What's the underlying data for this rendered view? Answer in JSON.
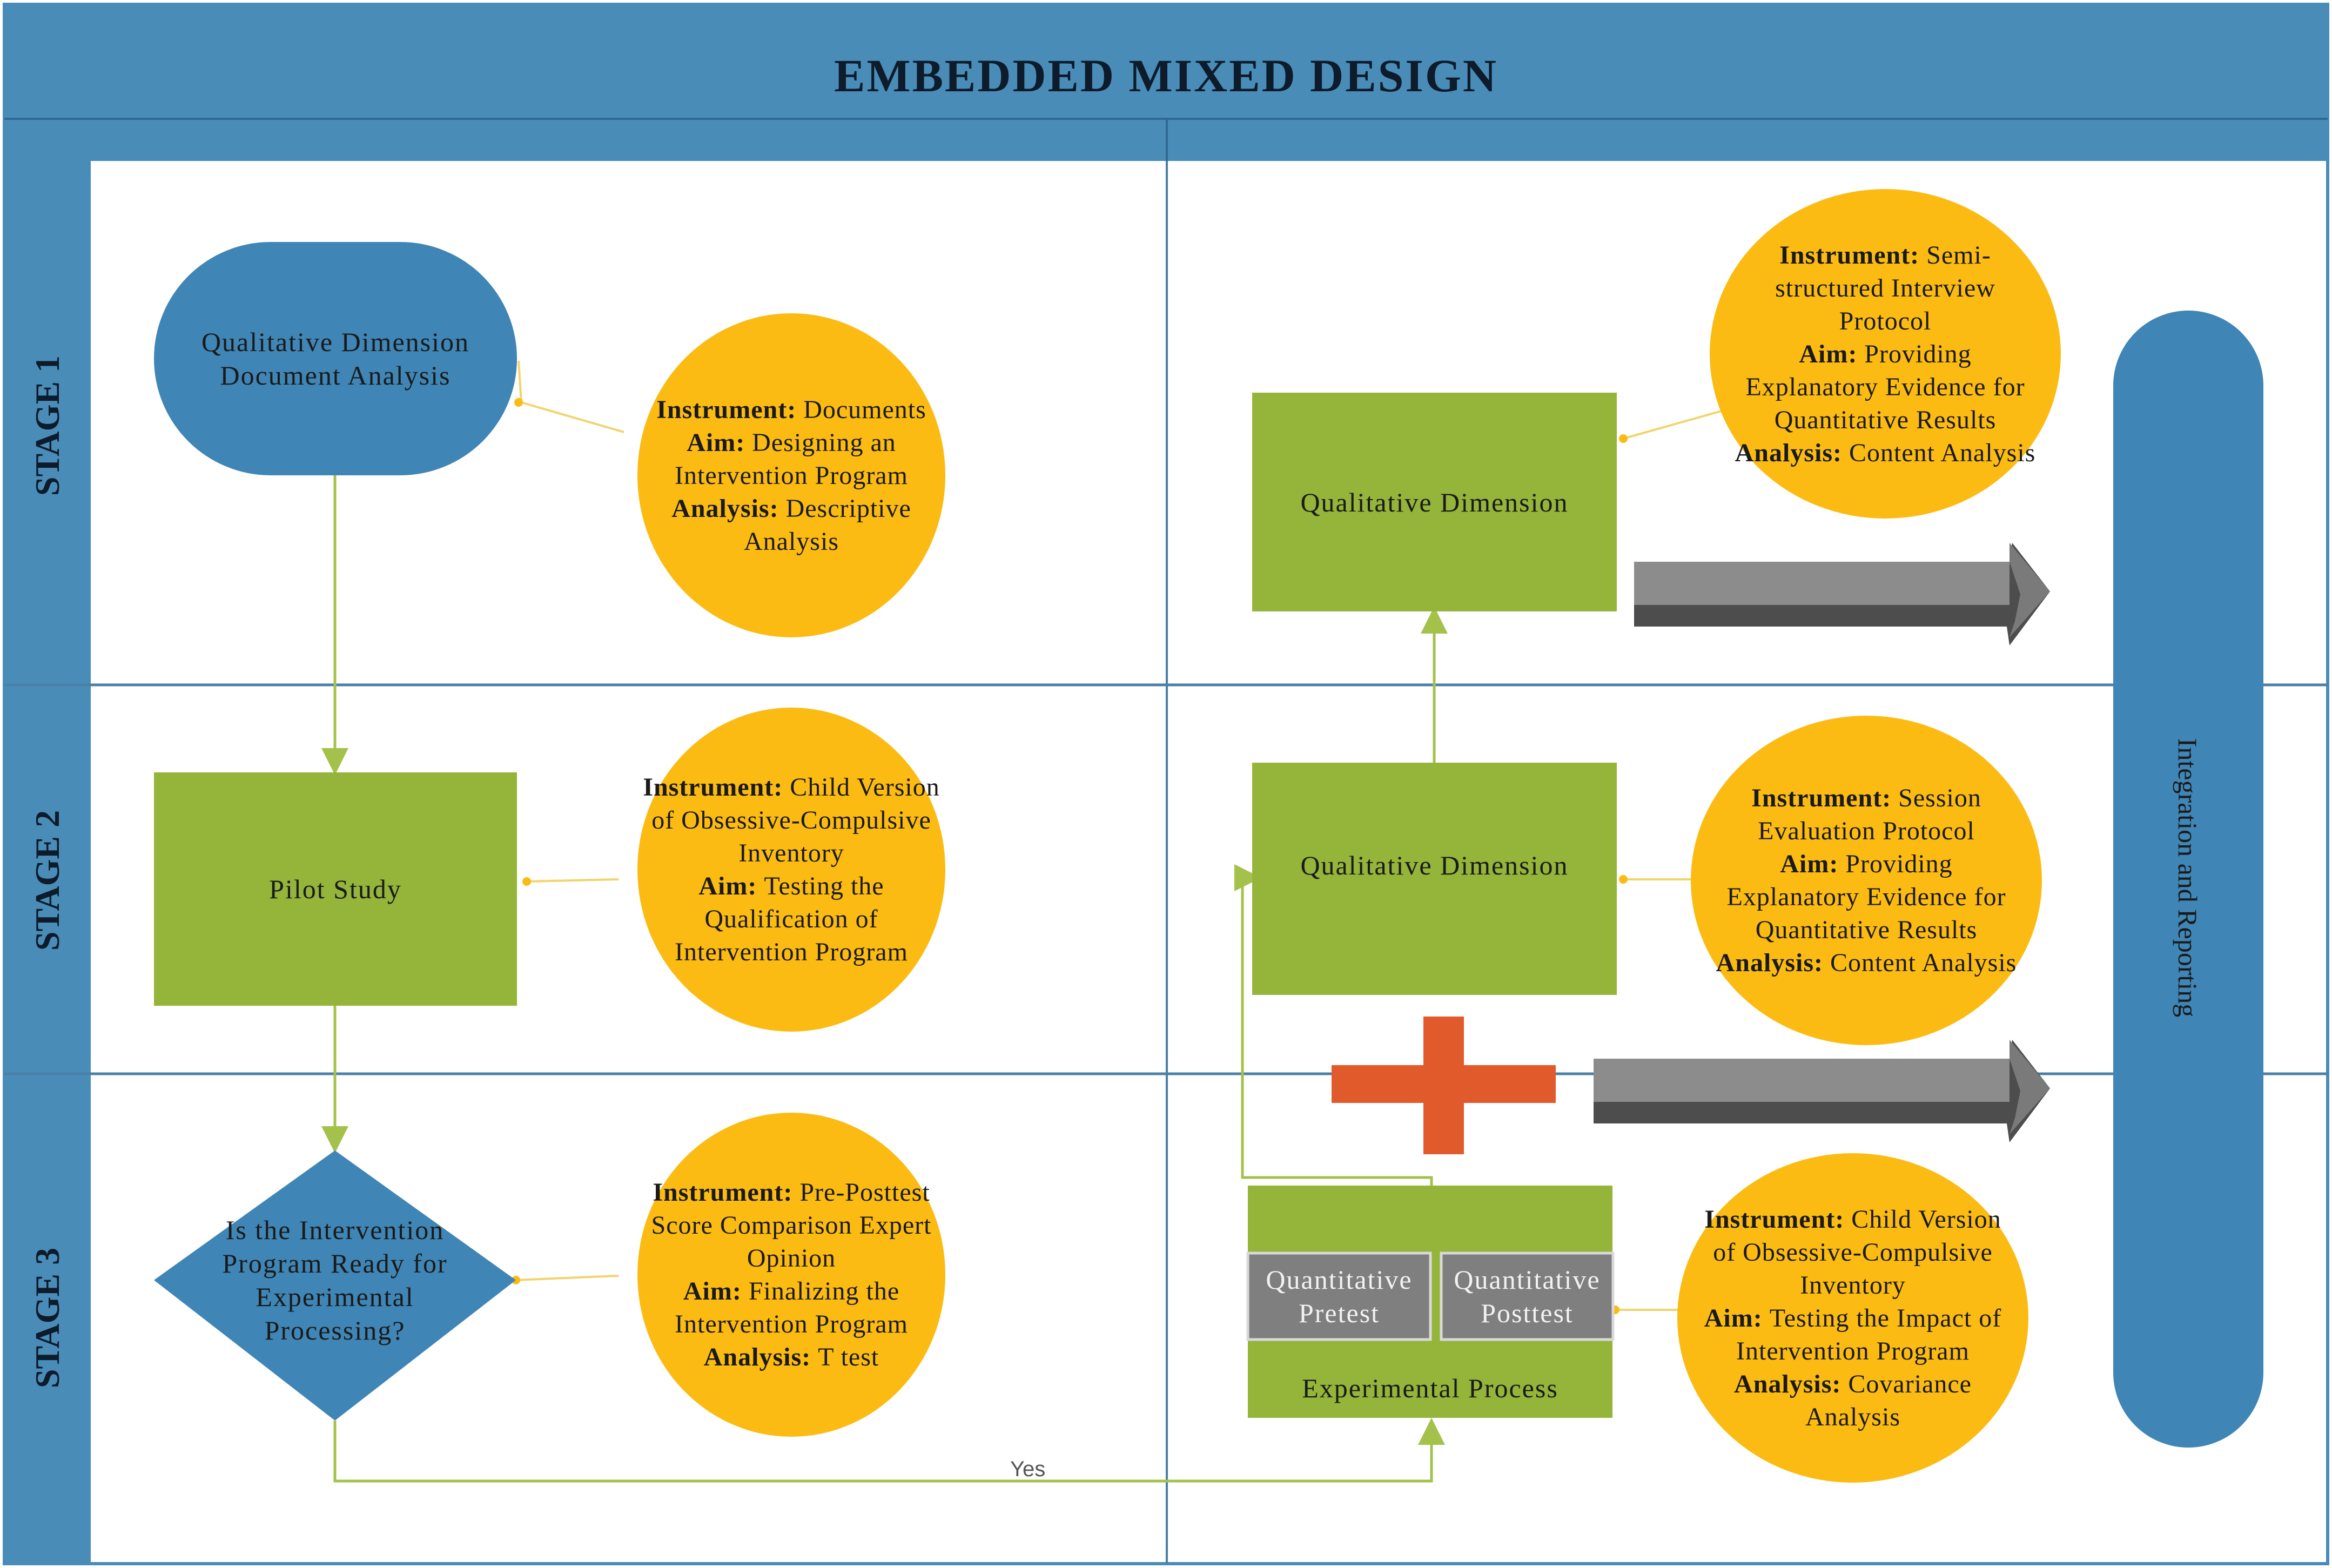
{
  "title": "EMBEDDED MIXED DESIGN",
  "stages": [
    "STAGE 1",
    "STAGE 2",
    "STAGE 3"
  ],
  "colors": {
    "header_blue": "#4a8cb8",
    "node_blue": "#3f85b5",
    "node_green": "#94b43a",
    "info_yellow": "#fbbb13",
    "gray_box": "#7f7f7f",
    "plus_red": "#e05a2b",
    "connector": "#a3c14b"
  },
  "nodes": {
    "doc_analysis": "Qualitative Dimension\nDocument Analysis",
    "pilot_study": "Pilot Study",
    "decision": "Is the Intervention\nProgram Ready for\nExperimental\nProcessing?",
    "qual_stage1": "Qualitative Dimension",
    "qual_stage2": "Qualitative Dimension",
    "quant_pretest": "Quantitative\nPretest",
    "quant_posttest": "Quantitative\nPosttest",
    "experimental_process": "Experimental Process",
    "integration": "Integration and Reporting"
  },
  "connector_label_yes": "Yes",
  "info": {
    "stage1_left": [
      {
        "label": "Instrument:",
        "text": "Documents"
      },
      {
        "label": "Aim:",
        "text": "Designing an Intervention Program"
      },
      {
        "label": "Analysis:",
        "text": "Descriptive Analysis"
      }
    ],
    "stage2_left": [
      {
        "label": "Instrument:",
        "text": "Child Version of Obsessive-Compulsive Inventory"
      },
      {
        "label": "Aim:",
        "text": "Testing the Qualification of Intervention Program"
      }
    ],
    "stage3_left": [
      {
        "label": "Instrument:",
        "text": "Pre-Posttest Score Comparison Expert Opinion"
      },
      {
        "label": "Aim:",
        "text": "Finalizing the Intervention Program"
      },
      {
        "label": "Analysis:",
        "text": "T test"
      }
    ],
    "stage1_right": [
      {
        "label": "Instrument:",
        "text": "Semi-structured Interview Protocol"
      },
      {
        "label": "Aim:",
        "text": "Providing Explanatory Evidence for Quantitative Results"
      },
      {
        "label": "Analysis:",
        "text": "Content Analysis"
      }
    ],
    "stage2_right": [
      {
        "label": "Instrument:",
        "text": "Session Evaluation Protocol"
      },
      {
        "label": "Aim:",
        "text": "Providing Explanatory Evidence for Quantitative Results"
      },
      {
        "label": "Analysis:",
        "text": "Content Analysis"
      }
    ],
    "stage3_right": [
      {
        "label": "Instrument:",
        "text": "Child Version of Obsessive-Compulsive Inventory"
      },
      {
        "label": "Aim:",
        "text": "Testing the Impact of Intervention Program"
      },
      {
        "label": "Analysis:",
        "text": "Covariance Analysis"
      }
    ]
  }
}
